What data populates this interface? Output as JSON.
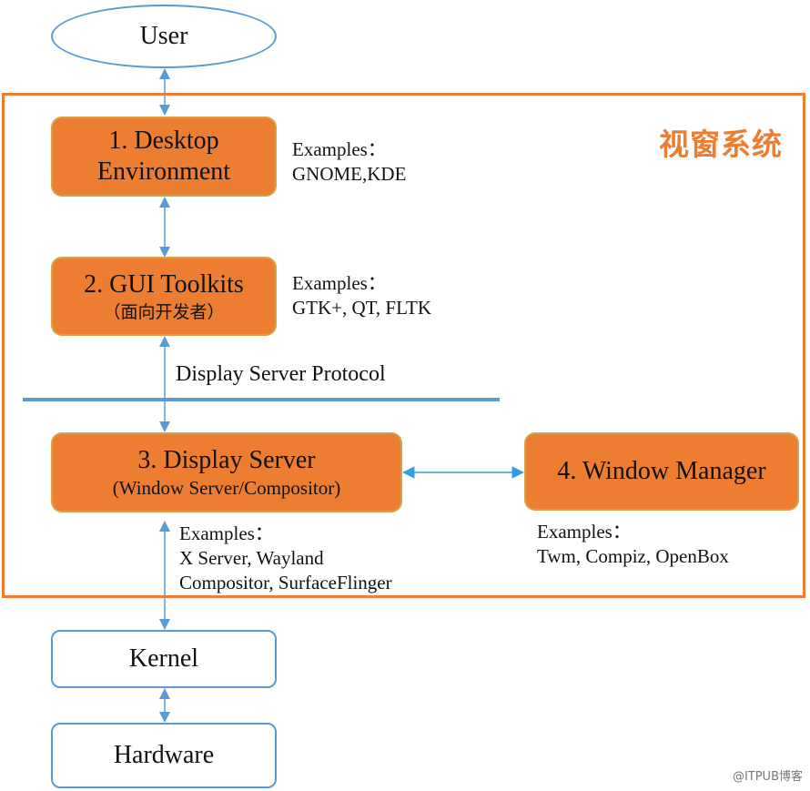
{
  "colors": {
    "accent": "#ED7D31",
    "node_border": "#D6A34A",
    "line_blue": "#5B9BD5",
    "arrow_blue": "#2E9FE0"
  },
  "frame": {
    "title": "视窗系统"
  },
  "nodes": {
    "user": "User",
    "desktop_environment": {
      "line1": "1. Desktop",
      "line2": "Environment"
    },
    "gui_toolkits": {
      "line1": "2. GUI Toolkits",
      "line2": "（面向开发者）"
    },
    "display_server": {
      "line1": "3. Display Server",
      "line2": "(Window Server/Compositor)"
    },
    "window_manager": "4. Window Manager",
    "kernel": "Kernel",
    "hardware": "Hardware"
  },
  "examples": {
    "desktop_environment": {
      "label": "Examples：",
      "values": "GNOME,KDE"
    },
    "gui_toolkits": {
      "label": "Examples：",
      "values": "GTK+, QT, FLTK"
    },
    "display_server": {
      "label": "Examples：",
      "line1": "X Server, Wayland",
      "line2": "Compositor, SurfaceFlinger"
    },
    "window_manager": {
      "label": "Examples：",
      "values": "Twm, Compiz, OpenBox"
    }
  },
  "protocol": {
    "label": "Display Server Protocol"
  },
  "watermark": "@ITPUB博客"
}
